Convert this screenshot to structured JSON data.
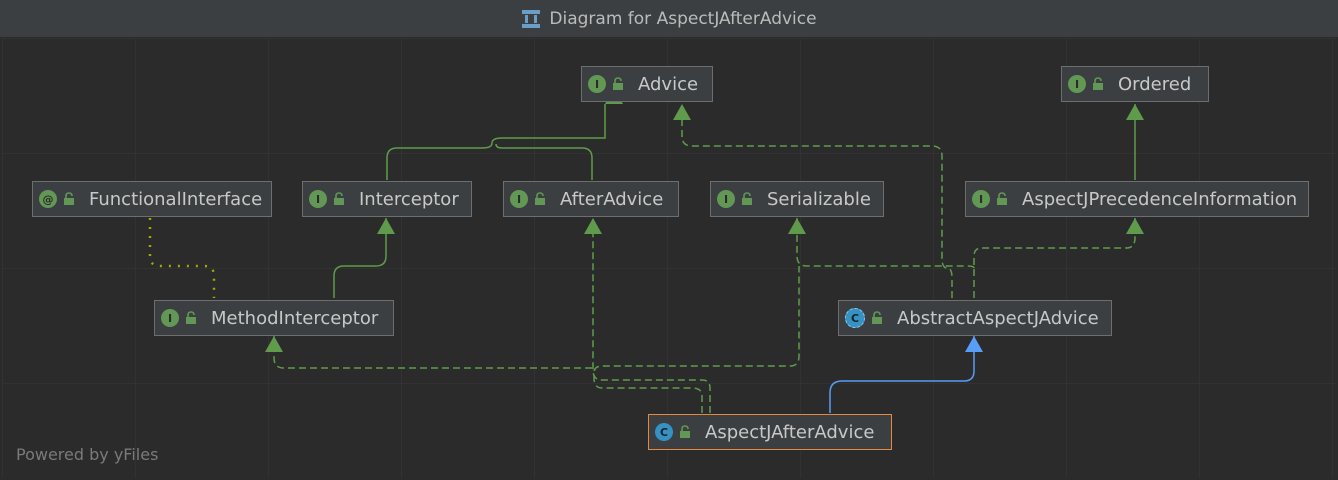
{
  "title": "Diagram for AspectJAfterAdvice",
  "footer": "Powered by yFiles",
  "colors": {
    "background": "#2b2b2b",
    "node_fill": "#3c3f41",
    "node_border": "#6e6e6e",
    "selected_border": "#e6893d",
    "interface_badge": "#629755",
    "class_badge": "#3592c4",
    "implements_edge": "#5f9b4b",
    "extends_edge": "#589df6",
    "annotation_edge": "#a6a600"
  },
  "nodes": {
    "advice": {
      "label": "Advice",
      "kind": "I",
      "icon": "interface-icon"
    },
    "ordered": {
      "label": "Ordered",
      "kind": "I",
      "icon": "interface-icon"
    },
    "functional_interface": {
      "label": "FunctionalInterface",
      "kind": "@",
      "icon": "annotation-icon"
    },
    "interceptor": {
      "label": "Interceptor",
      "kind": "I",
      "icon": "interface-icon"
    },
    "after_advice": {
      "label": "AfterAdvice",
      "kind": "I",
      "icon": "interface-icon"
    },
    "serializable": {
      "label": "Serializable",
      "kind": "I",
      "icon": "interface-icon"
    },
    "aspectj_precedence_information": {
      "label": "AspectJPrecedenceInformation",
      "kind": "I",
      "icon": "interface-icon"
    },
    "method_interceptor": {
      "label": "MethodInterceptor",
      "kind": "I",
      "icon": "interface-icon"
    },
    "abstract_aspectj_advice": {
      "label": "AbstractAspectJAdvice",
      "kind": "C",
      "icon": "abstract-class-icon"
    },
    "aspectj_after_advice": {
      "label": "AspectJAfterAdvice",
      "kind": "C",
      "icon": "class-icon"
    }
  }
}
